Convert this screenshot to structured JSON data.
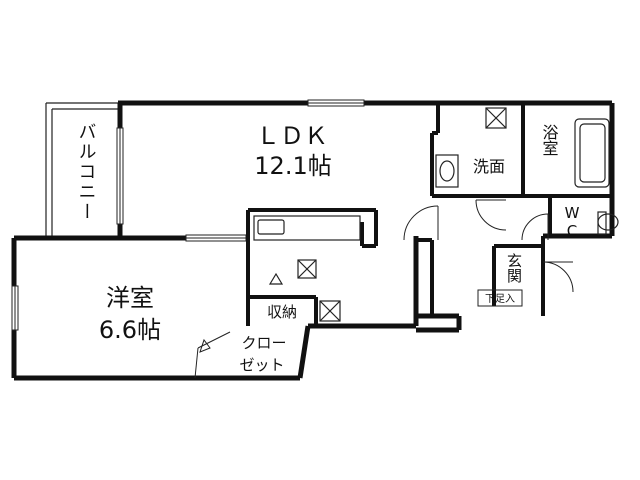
{
  "rooms": {
    "ldk": {
      "name": "ＬＤＫ",
      "size": "12.1帖"
    },
    "western": {
      "name": "洋室",
      "size": "6.6帖"
    },
    "balcony": {
      "name": "バルコニー"
    },
    "bath": {
      "name": "浴室"
    },
    "washroom": {
      "name": "洗面"
    },
    "wc": {
      "name_line1": "W",
      "name_line2": "C"
    },
    "entrance": {
      "name": "玄関",
      "shoe_box": "下足入"
    },
    "storage": {
      "name": "収納"
    },
    "closet": {
      "line1": "クロー",
      "line2": "ゼット"
    }
  }
}
